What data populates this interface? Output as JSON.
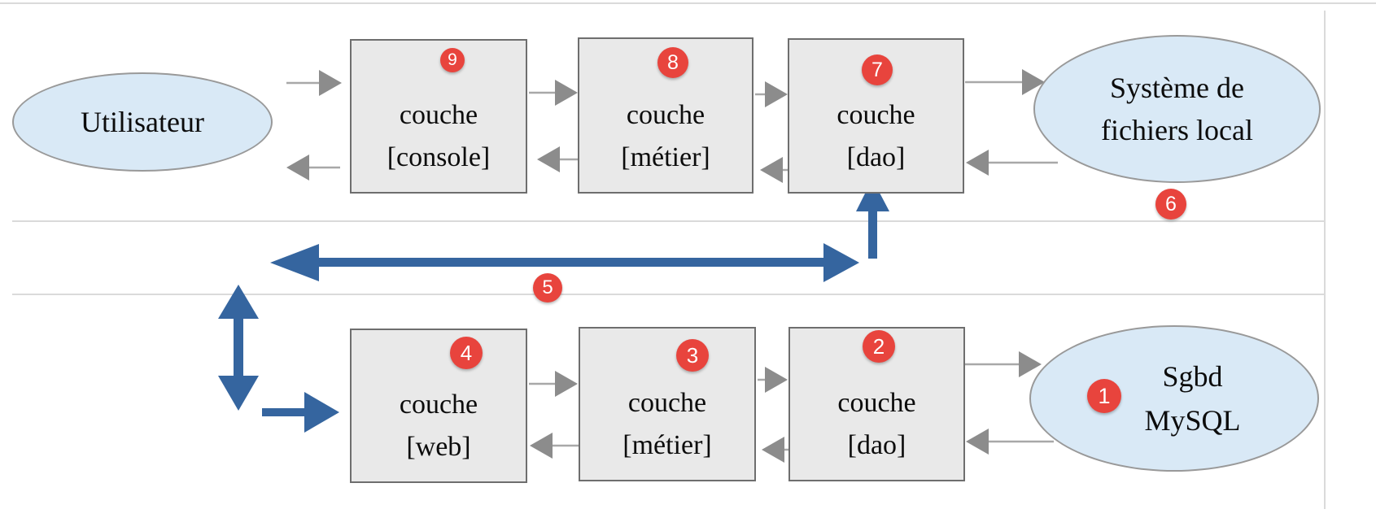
{
  "colors": {
    "accent_blue": "#35659f",
    "badge_red": "#e8443d",
    "box_fill": "#e9e9e9",
    "box_border": "#6e6e6e",
    "ellipse_fill": "#d9e9f6",
    "ellipse_border": "#999999",
    "arrow_gray": "#8c8c8c",
    "arrow_gray_line": "#a8a8a8",
    "guide_line": "#dadada"
  },
  "boxes": {
    "console": {
      "line1": "couche",
      "line2": "[console]"
    },
    "metier_top": {
      "line1": "couche",
      "line2": "[métier]"
    },
    "dao_top": {
      "line1": "couche",
      "line2": "[dao]"
    },
    "web": {
      "line1": "couche",
      "line2": "[web]"
    },
    "metier_bottom": {
      "line1": "couche",
      "line2": "[métier]"
    },
    "dao_bottom": {
      "line1": "couche",
      "line2": "[dao]"
    }
  },
  "ellipses": {
    "utilisateur": {
      "label": "Utilisateur"
    },
    "fichiers": {
      "line1": "Système de",
      "line2": "fichiers local"
    },
    "sgbd": {
      "line1": "Sgbd",
      "line2": "MySQL"
    }
  },
  "badges": {
    "b1": "1",
    "b2": "2",
    "b3": "3",
    "b4": "4",
    "b5": "5",
    "b6": "6",
    "b7": "7",
    "b8": "8",
    "b9": "9"
  }
}
